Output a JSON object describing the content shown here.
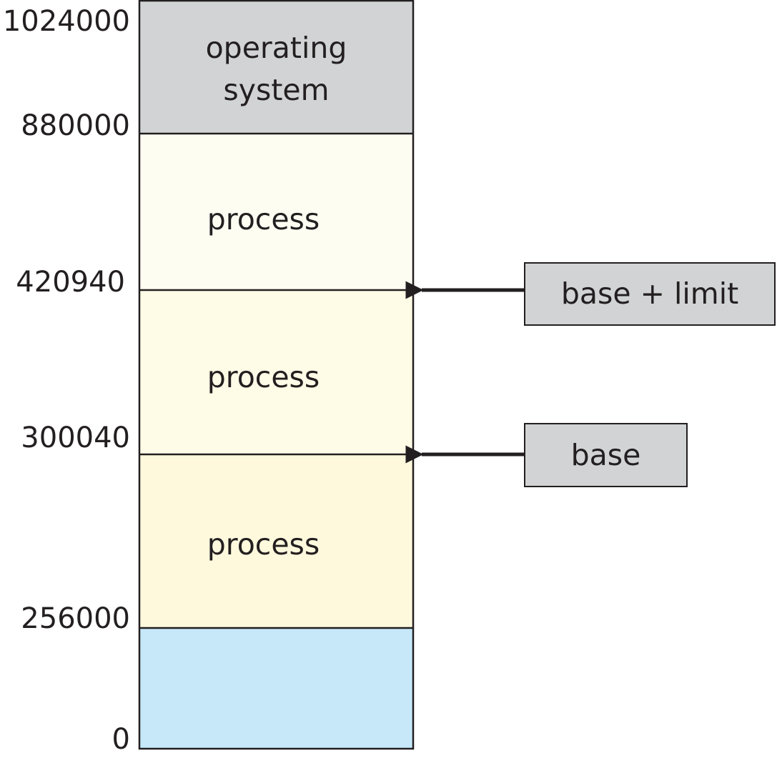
{
  "addresses": {
    "a_1024000": "1024000",
    "a_880000": "880000",
    "a_420940": "420940",
    "a_300040": "300040",
    "a_256000": "256000",
    "a_0": "0"
  },
  "regions": {
    "os_line1": "operating",
    "os_line2": "system",
    "process_top": "process",
    "process_middle": "process",
    "process_bottom": "process"
  },
  "registers": {
    "limit_label": "base + limit",
    "base_label": "base"
  },
  "colors": {
    "os_fill": "#d1d3d4",
    "process_top_fill": "#fefdf2",
    "process_middle_fill": "#fefbe6",
    "process_bottom_fill": "#fef9dd",
    "low_memory_fill": "#c6e8f9",
    "line": "#231f20"
  }
}
